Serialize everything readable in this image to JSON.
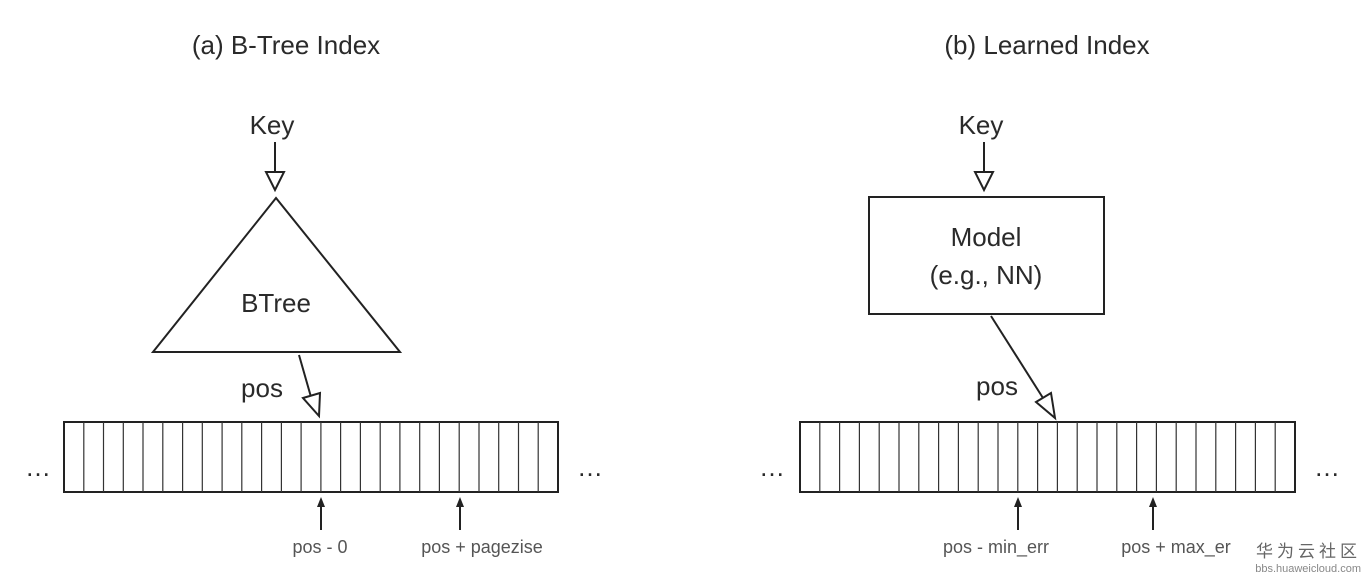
{
  "left": {
    "title": "(a) B-Tree Index",
    "key": "Key",
    "structure": "BTree",
    "pos": "pos",
    "lower_bound": "pos - 0",
    "upper_bound": "pos + pagezise",
    "ellipsis_left": "…",
    "ellipsis_right": "…"
  },
  "right": {
    "title": "(b) Learned Index",
    "key": "Key",
    "model_line1": "Model",
    "model_line2": "(e.g., NN)",
    "pos": "pos",
    "lower_bound": "pos - min_err",
    "upper_bound": "pos + max_er",
    "ellipsis_left": "…",
    "ellipsis_right": "…"
  },
  "watermark": {
    "brand": "华为云社区",
    "url": "bbs.huaweicloud.com"
  }
}
